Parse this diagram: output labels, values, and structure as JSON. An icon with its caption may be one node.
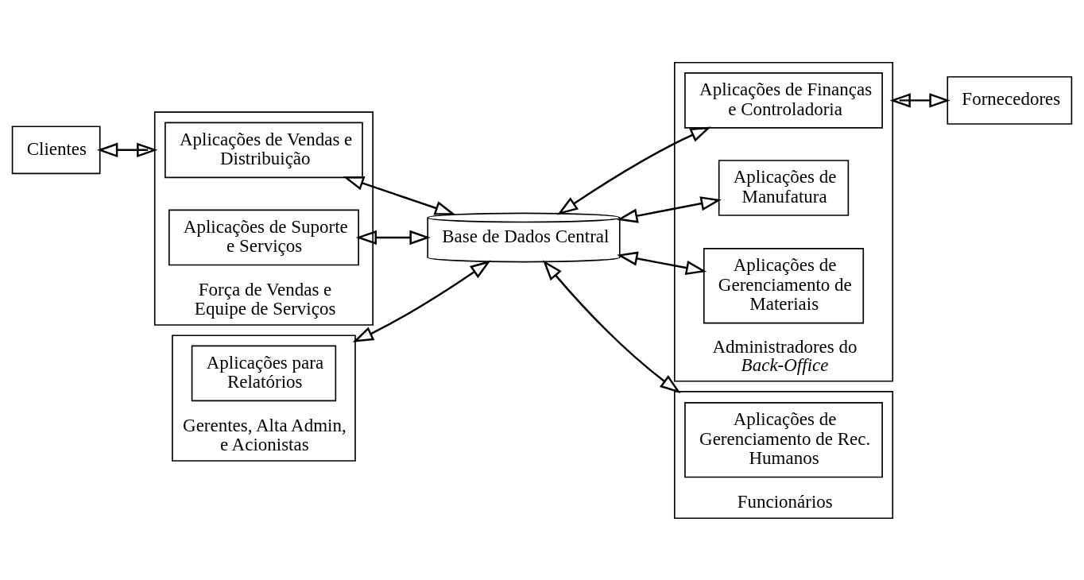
{
  "diagram": {
    "nodes": [
      {
        "text": [
          "Clientes"
        ]
      },
      {
        "text": [
          "Força de Vendas e Equipe de Serviços"
        ]
      },
      {
        "text": [
          "Aplicações de Vendas e Distribuição"
        ],
        "in": 1
      },
      {
        "text": [
          "Aplicações de Suporte e Serviços"
        ],
        "in": 1
      },
      {
        "text": [
          "Gerentes, Alta Admin, e Acionistas"
        ]
      },
      {
        "text": [
          "Aplicações para Relatórios"
        ],
        "in": 4
      },
      {
        "text": [
          "Base de Dados Central"
        ]
      },
      {
        "text": [
          "Administradores do *Back-Office*"
        ]
      },
      {
        "text": [
          "Aplicações de Finanças e Controladoria"
        ],
        "in": 7
      },
      {
        "text": [
          "Aplicações de Manufatura"
        ],
        "in": 7
      },
      {
        "text": [
          "Aplicações de Gerenciamento de Materiais"
        ],
        "in": 7
      },
      {
        "text": [
          "Funcionários"
        ]
      },
      {
        "text": [
          "Aplicações de Gerenciamento de Rec. Humanos"
        ],
        "in": 11
      },
      {
        "text": [
          "Fornecedores"
        ]
      }
    ],
    "edges": [
      {
        "from": 0,
        "to": 1,
        "arrow": "both"
      },
      {
        "from": 2,
        "to": 6,
        "arrow": "both"
      },
      {
        "from": 3,
        "to": 6,
        "arrow": "both"
      },
      {
        "from": 4,
        "to": 6,
        "arrow": "both"
      },
      {
        "from": 6,
        "to": 8,
        "arrow": "both"
      },
      {
        "from": 6,
        "to": 9,
        "arrow": "both"
      },
      {
        "from": 6,
        "to": 10,
        "arrow": "both"
      },
      {
        "from": 6,
        "to": 11,
        "arrow": "both"
      },
      {
        "from": 7,
        "to": 13,
        "arrow": "both"
      }
    ]
  }
}
